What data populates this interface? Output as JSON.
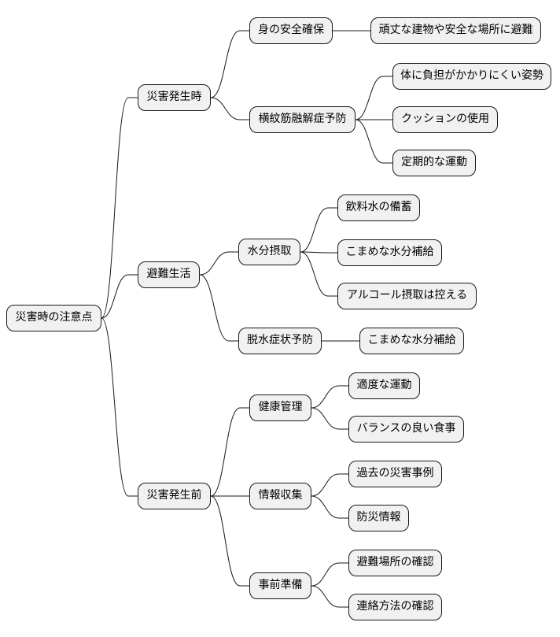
{
  "mindmap": {
    "root": "災害時の注意点",
    "branches": [
      {
        "label": "災害発生時",
        "children": [
          {
            "label": "身の安全確保",
            "children": [
              "頑丈な建物や安全な場所に避難"
            ]
          },
          {
            "label": "横紋筋融解症予防",
            "children": [
              "体に負担がかかりにくい姿勢",
              "クッションの使用",
              "定期的な運動"
            ]
          }
        ]
      },
      {
        "label": "避難生活",
        "children": [
          {
            "label": "水分摂取",
            "children": [
              "飲料水の備蓄",
              "こまめな水分補給",
              "アルコール摂取は控える"
            ]
          },
          {
            "label": "脱水症状予防",
            "children": [
              "こまめな水分補給"
            ]
          }
        ]
      },
      {
        "label": "災害発生前",
        "children": [
          {
            "label": "健康管理",
            "children": [
              "適度な運動",
              "バランスの良い食事"
            ]
          },
          {
            "label": "情報収集",
            "children": [
              "過去の災害事例",
              "防災情報"
            ]
          },
          {
            "label": "事前準備",
            "children": [
              "避難場所の確認",
              "連絡方法の確認"
            ]
          }
        ]
      }
    ]
  }
}
